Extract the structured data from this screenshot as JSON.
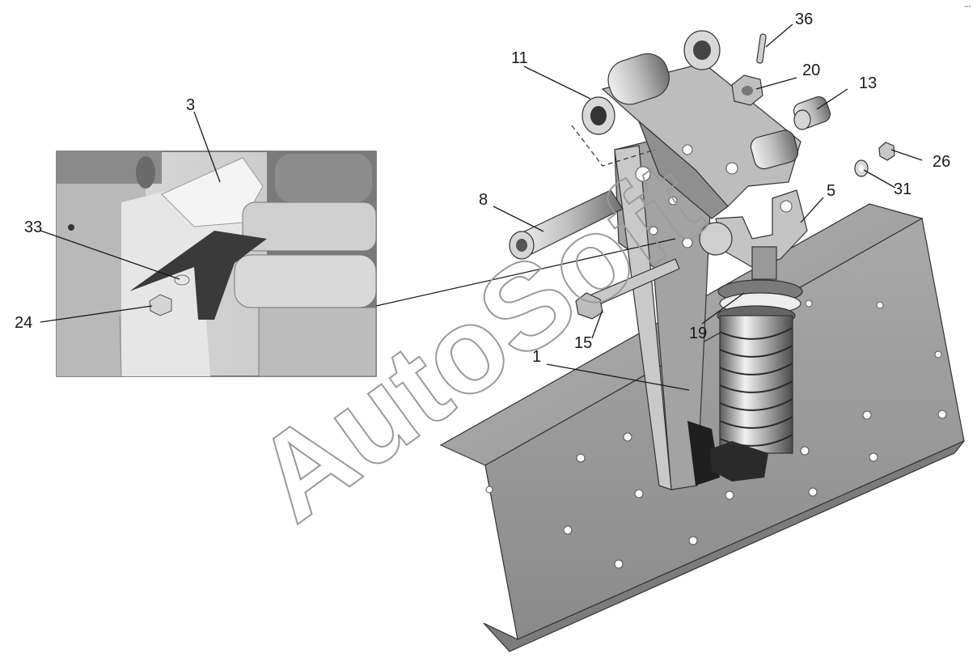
{
  "watermark": "AutoSoft",
  "corner_mark": "°°°",
  "callouts": {
    "c36": "36",
    "c11": "11",
    "c20": "20",
    "c13": "13",
    "c3": "3",
    "c26": "26",
    "c31": "31",
    "c5": "5",
    "c8": "8",
    "c33": "33",
    "c24": "24",
    "c15": "15",
    "c19": "19",
    "c1": "1"
  }
}
